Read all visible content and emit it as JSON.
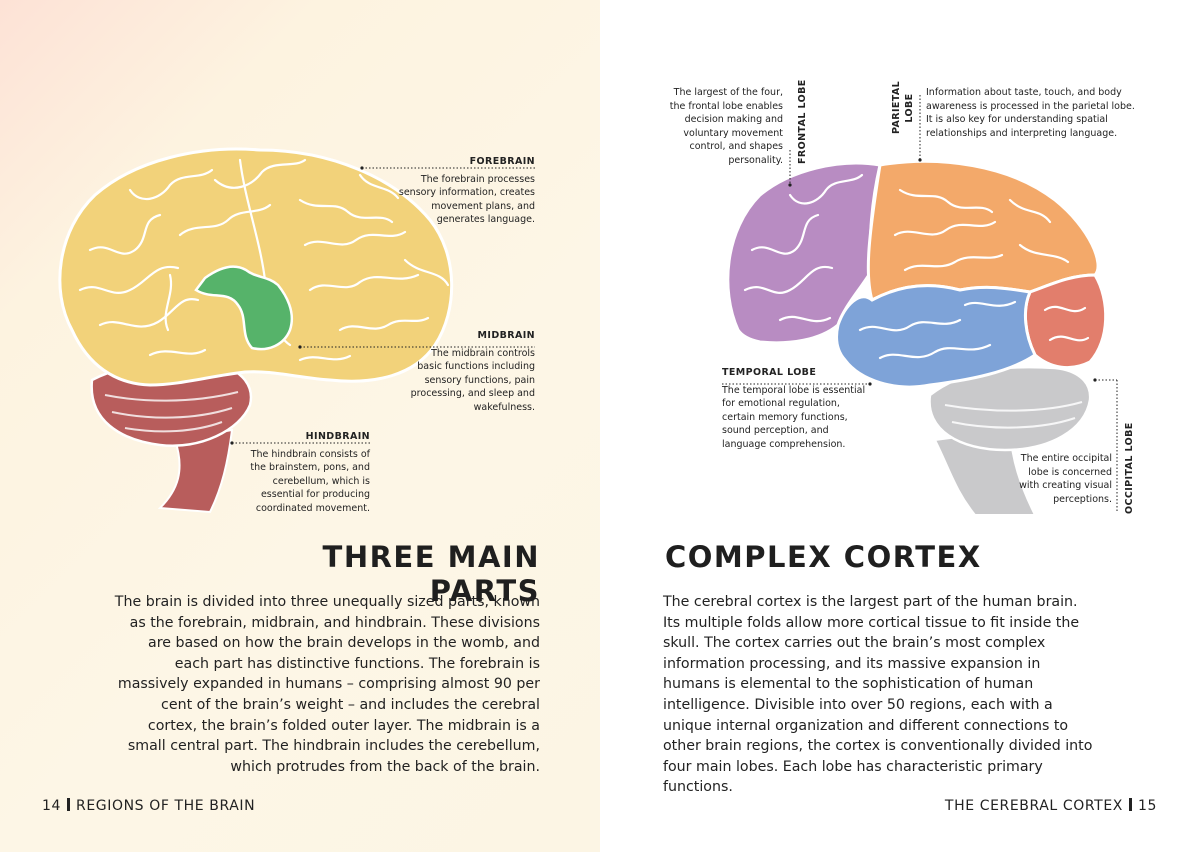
{
  "left_page": {
    "labels": {
      "forebrain": {
        "title": "FOREBRAIN",
        "text": "The forebrain processes sensory information, creates movement plans, and generates language."
      },
      "midbrain": {
        "title": "MIDBRAIN",
        "text": "The midbrain controls basic functions including sensory functions, pain processing, and sleep and wakefulness."
      },
      "hindbrain": {
        "title": "HINDBRAIN",
        "text": "The hindbrain consists of the brainstem, pons, and cerebellum, which is essential for producing coordinated movement."
      }
    },
    "heading": "THREE MAIN PARTS",
    "body": "The brain is divided into three unequally sized parts, known as the forebrain, midbrain, and hindbrain. These divisions are based on how the brain develops in the womb, and each part has distinctive functions. The forebrain is massively expanded in humans – comprising almost 90 per cent of the brain’s weight – and includes the cerebral cortex, the brain’s folded outer layer. The midbrain is a small central part. The hindbrain includes the cerebellum, which protrudes from the back of the brain.",
    "folio": {
      "number": "14",
      "section": "REGIONS OF THE BRAIN"
    }
  },
  "right_page": {
    "labels": {
      "frontal": {
        "title": "FRONTAL LOBE",
        "text": "The largest of the four, the frontal lobe enables decision making and voluntary movement control, and shapes personality."
      },
      "parietal": {
        "title_line1": "PARIETAL",
        "title_line2": "LOBE",
        "text": "Information about taste, touch, and body awareness is processed in the parietal lobe. It is also key for understanding spatial relationships and interpreting language."
      },
      "temporal": {
        "title": "TEMPORAL LOBE",
        "text": "The temporal lobe is essential for emotional regulation, certain memory functions, sound perception, and language comprehension."
      },
      "occipital": {
        "title": "OCCIPITAL LOBE",
        "text": "The entire occipital lobe is concerned with creating visual perceptions."
      }
    },
    "heading": "COMPLEX CORTEX",
    "body": "The cerebral cortex is the largest part of the human brain. Its multiple folds allow more cortical tissue to fit inside the skull. The cortex carries out the brain’s most complex information processing, and its massive expansion in humans is elemental to the sophistication of human intelligence. Divisible into over 50 regions, each with a unique internal organization and different connections to other brain regions, the cortex is conventionally divided into four main lobes. Each lobe has characteristic primary functions.",
    "folio": {
      "section": "THE CEREBRAL CORTEX",
      "number": "15"
    }
  },
  "colors": {
    "forebrain": "#f2d27a",
    "midbrain": "#56b36a",
    "hindbrain": "#b85d5c",
    "frontal": "#b88cc2",
    "parietal": "#f3a96a",
    "temporal": "#7ea3d8",
    "occipital": "#e27e6c",
    "cerebellum_grey": "#c9c9cb"
  }
}
